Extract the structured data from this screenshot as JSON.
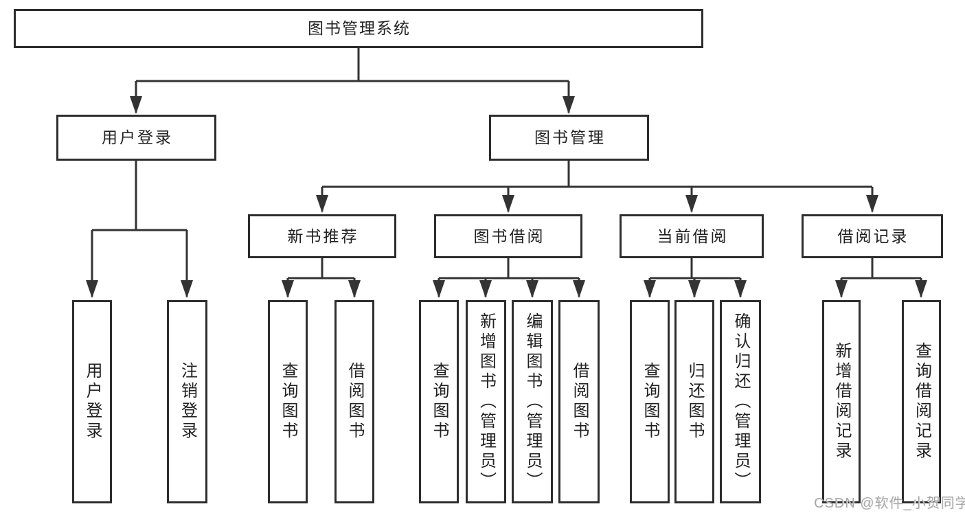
{
  "nodes": {
    "root": "图书管理系统",
    "user_login": "用户登录",
    "book_mgmt": "图书管理",
    "l3": [
      "新书推荐",
      "图书借阅",
      "当前借阅",
      "借阅记录"
    ],
    "user_login_children": [
      "用户登录",
      "注销登录"
    ],
    "new_book_children": [
      "查询图书",
      "借阅图书"
    ],
    "book_borrow_children": [
      "查询图书",
      "新增图书（管理员）",
      "编辑图书（管理员）",
      "借阅图书"
    ],
    "current_borrow_children": [
      "查询图书",
      "归还图书",
      "确认归还（管理员）"
    ],
    "borrow_record_children": [
      "新增借阅记录",
      "查询借阅记录"
    ]
  },
  "watermark": "CSDN @软件_小贺同学",
  "colors": {
    "line": "#333333",
    "box_border": "#2d2d2d",
    "text": "#222222",
    "watermark": "#a9a9a9",
    "background": "#ffffff"
  }
}
